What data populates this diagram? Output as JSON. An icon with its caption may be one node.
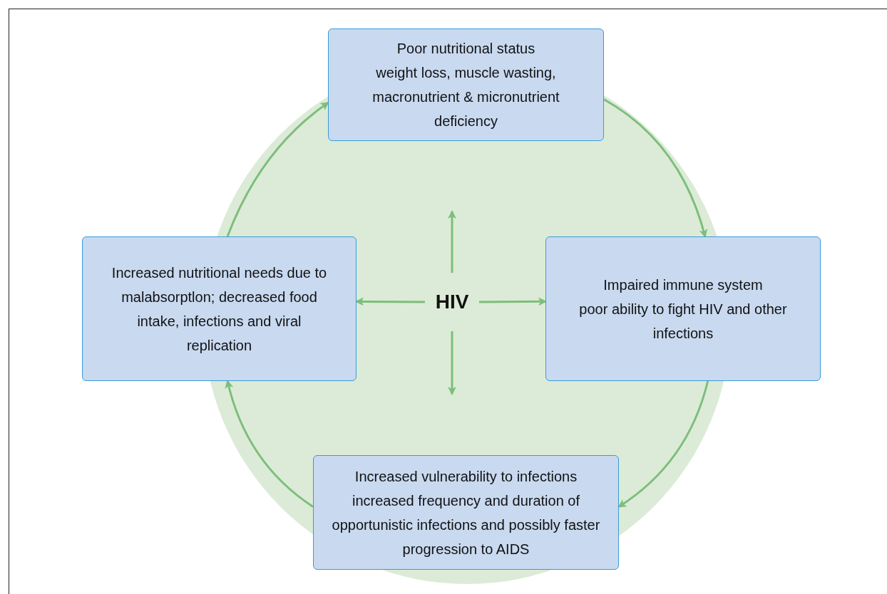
{
  "diagram": {
    "nodes": [
      {
        "text": [
          "Poor nutritional status",
          "weight loss, muscle wasting, macronutrient & micronutrient deficiency"
        ]
      },
      {
        "text": [
          "Impaired immune system",
          "poor ability to fight HIV and other infections"
        ]
      },
      {
        "text": [
          "Increased vulnerability to infections",
          "increased frequency and duration of opportunistic infections and possibly faster progression to AIDS"
        ]
      },
      {
        "text": [
          "Increased nutritional needs due to malabsorptlon; decreased food intake, infections and viral replication"
        ]
      },
      {
        "text": [
          "HIV"
        ]
      }
    ],
    "edges": [
      {
        "from": 0,
        "to": 1,
        "arrow": "to"
      },
      {
        "from": 1,
        "to": 2,
        "arrow": "to"
      },
      {
        "from": 2,
        "to": 3,
        "arrow": "to"
      },
      {
        "from": 3,
        "to": 0,
        "arrow": "to"
      },
      {
        "from": 4,
        "to": 3,
        "arrow": "to"
      },
      {
        "from": 4,
        "to": 1,
        "arrow": "to"
      },
      {
        "from": 4,
        "to": null,
        "arrow": "to"
      },
      {
        "from": 4,
        "to": null,
        "arrow": "to"
      }
    ]
  }
}
